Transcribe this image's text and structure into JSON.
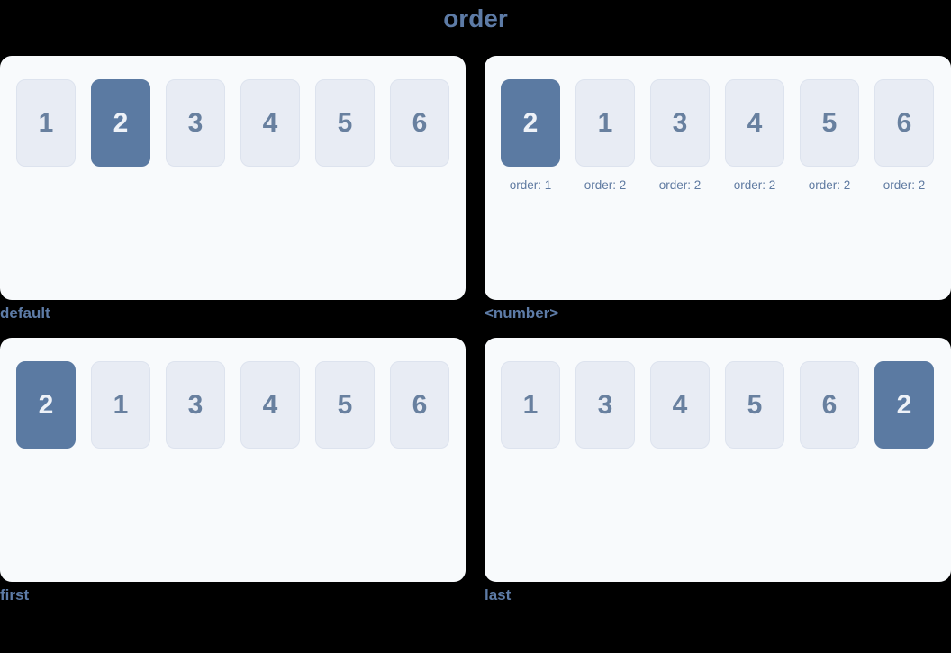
{
  "title": "order",
  "colors": {
    "page_bg": "#000000",
    "panel_bg": "#f8fafc",
    "box_bg": "#e8ecf4",
    "box_border": "#dde3ee",
    "box_text": "#68809f",
    "highlight_bg": "#5b7aa2",
    "highlight_text": "#eef2f8",
    "label_text": "#5d7ba6",
    "sublabel_text": "#5f7aa1"
  },
  "panels": [
    {
      "label": "default",
      "items": [
        {
          "text": "1",
          "highlight": false
        },
        {
          "text": "2",
          "highlight": true
        },
        {
          "text": "3",
          "highlight": false
        },
        {
          "text": "4",
          "highlight": false
        },
        {
          "text": "5",
          "highlight": false
        },
        {
          "text": "6",
          "highlight": false
        }
      ]
    },
    {
      "label": "<number>",
      "items": [
        {
          "text": "2",
          "highlight": true,
          "order_label": "order: 1"
        },
        {
          "text": "1",
          "highlight": false,
          "order_label": "order: 2"
        },
        {
          "text": "3",
          "highlight": false,
          "order_label": "order: 2"
        },
        {
          "text": "4",
          "highlight": false,
          "order_label": "order: 2"
        },
        {
          "text": "5",
          "highlight": false,
          "order_label": "order: 2"
        },
        {
          "text": "6",
          "highlight": false,
          "order_label": "order: 2"
        }
      ]
    },
    {
      "label": "first",
      "items": [
        {
          "text": "2",
          "highlight": true
        },
        {
          "text": "1",
          "highlight": false
        },
        {
          "text": "3",
          "highlight": false
        },
        {
          "text": "4",
          "highlight": false
        },
        {
          "text": "5",
          "highlight": false
        },
        {
          "text": "6",
          "highlight": false
        }
      ]
    },
    {
      "label": "last",
      "items": [
        {
          "text": "1",
          "highlight": false
        },
        {
          "text": "3",
          "highlight": false
        },
        {
          "text": "4",
          "highlight": false
        },
        {
          "text": "5",
          "highlight": false
        },
        {
          "text": "6",
          "highlight": false
        },
        {
          "text": "2",
          "highlight": true
        }
      ]
    }
  ]
}
